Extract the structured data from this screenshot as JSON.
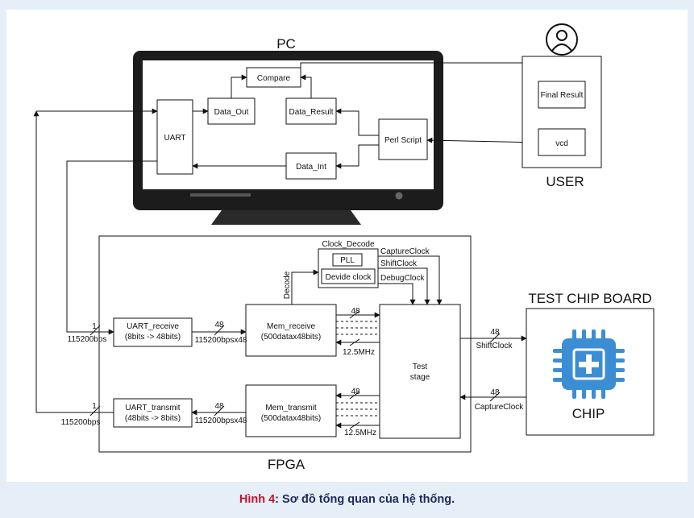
{
  "colors": {
    "background": "#e6eef7",
    "monitor": "#1c1c1c",
    "chip": "#3b8ed3",
    "caption_label": "#c8102e",
    "caption_text": "#1f2a5c"
  },
  "icons": {
    "user": "person-icon",
    "chip": "chip-icon"
  },
  "pc": {
    "title": "PC",
    "compare": "Compare",
    "data_out": "Data_Out",
    "data_result": "Data_Result",
    "uart": "UART",
    "perl_script": "Perl Script",
    "data_int": "Data_Int"
  },
  "user": {
    "title": "USER",
    "final_result": "Final Result",
    "vcd": "vcd"
  },
  "fpga": {
    "title": "FPGA",
    "clock_decode": "Clock_Decode",
    "pll": "PLL",
    "divide_clock": "Devide clock",
    "decode": "Decode",
    "capture_clock": "CaptureClock",
    "shift_clock": "ShiftClock",
    "debug_clock": "DebugClock",
    "uart_receive": "UART_receive",
    "uart_receive_sub": "(8bits -> 48bits)",
    "uart_transmit": "UART_transmit",
    "uart_transmit_sub": "(48bits -> 8bits)",
    "mem_receive": "Mem_receive",
    "mem_receive_sub": "(500datax48bits)",
    "mem_transmit": "Mem_transmit",
    "mem_transmit_sub": "(500datax48bits)",
    "test_stage_1": "Test",
    "test_stage_2": "stage",
    "bus_48_a": "48",
    "bus_48_b": "48",
    "bus_48_c": "48",
    "bus_48_d": "48",
    "bus_48_e": "48",
    "bus_48_f": "48",
    "rate_a": "12.5MHz",
    "rate_b": "12.5MHz",
    "bit_1_a": "1",
    "bit_1_b": "1",
    "bps_a": "115200bps",
    "bps_b": "115200bps",
    "bpsx_a": "115200bpsx48",
    "bpsx_b": "115200bpsx48",
    "shift_clock_out": "ShiftClock",
    "capture_clock_in": "CaptureClock"
  },
  "board": {
    "title": "TEST CHIP BOARD",
    "chip": "CHIP"
  },
  "caption": {
    "label": "Hình 4",
    "text": ": Sơ đồ tổng quan của hệ thống."
  }
}
